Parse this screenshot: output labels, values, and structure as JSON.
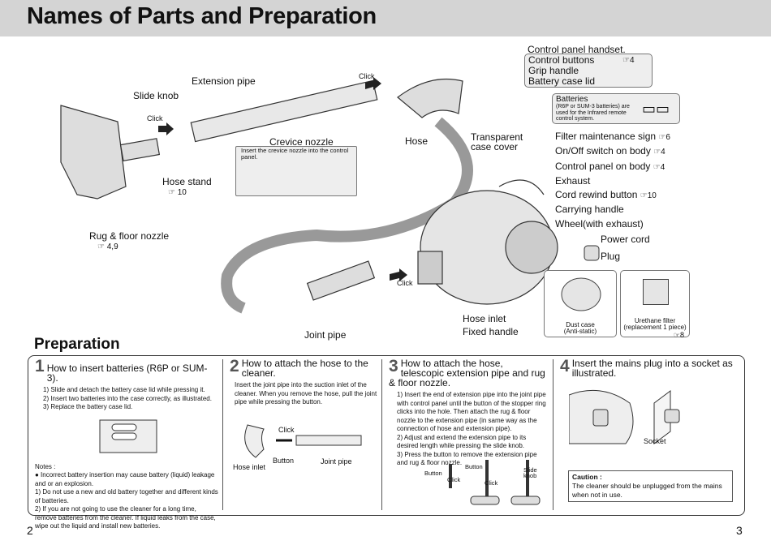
{
  "header": {
    "title": "Names of Parts and Preparation"
  },
  "parts": {
    "slide_knob": "Slide knob",
    "extension_pipe": "Extension pipe",
    "click": "Click",
    "crevice_nozzle": "Crevice nozzle",
    "crevice_note": "Insert the crevice nozzle into the control panel.",
    "hose_stand": "Hose stand",
    "hose_stand_ref": "10",
    "rug_floor_nozzle": "Rug & floor nozzle",
    "rug_floor_ref": "4,9",
    "hose": "Hose",
    "transparent_case_cover": "Transparent case cover",
    "joint_pipe": "Joint pipe",
    "handset_title": "Control panel handset.",
    "handset_items": [
      {
        "label": "Control buttons",
        "ref": "4"
      },
      {
        "label": "Grip handle",
        "ref": ""
      },
      {
        "label": "Battery case lid",
        "ref": ""
      }
    ],
    "batteries_title": "Batteries",
    "batteries_text": "(R6P or SUM-3 batteries) are used for the Infrared remote control system.",
    "body_items": [
      {
        "label": "Filter maintenance sign",
        "ref": "6"
      },
      {
        "label": "On/Off switch on body",
        "ref": "4"
      },
      {
        "label": "Control panel on body",
        "ref": "4"
      },
      {
        "label": "Exhaust",
        "ref": ""
      },
      {
        "label": "Cord rewind button",
        "ref": "10"
      },
      {
        "label": "Carrying handle",
        "ref": ""
      },
      {
        "label": "Wheel(with exhaust)",
        "ref": ""
      }
    ],
    "power_cord": "Power cord",
    "plug": "Plug",
    "hose_inlet": "Hose inlet",
    "fixed_handle": "Fixed handle",
    "dust_case": "Dust case (Anti-static)",
    "urethane_filter": "Urethane filter (replacement 1 piece)",
    "urethane_ref": "8"
  },
  "preparation": {
    "title": "Preparation",
    "steps": [
      {
        "num": "1",
        "heading": "How to insert batteries (R6P or SUM-3).",
        "lines": [
          "1) Slide and detach the battery case lid while pressing it.",
          "2) Insert two batteries into the case correctly, as illustrated.",
          "3) Replace the battery case lid."
        ],
        "notes_title": "Notes :",
        "notes": [
          "● Incorrect battery insertion may cause battery (liquid) leakage and or an explosion.",
          "1) Do not use a new and old battery together and different kinds of batteries.",
          "2) If you are not going to use the cleaner for a long time, remove batteries from the cleaner. If liquid leaks from the case, wipe out the liquid and install new batteries."
        ]
      },
      {
        "num": "2",
        "heading": "How to attach the hose to the cleaner.",
        "text": "Insert the joint pipe into the suction inlet of the cleaner.  When you remove the hose, pull the joint pipe while pressing the button.",
        "labels": {
          "click": "Click",
          "button": "Button",
          "hose_inlet": "Hose inlet",
          "joint_pipe": "Joint pipe"
        }
      },
      {
        "num": "3",
        "heading": "How to attach the hose, telescopic extension pipe and rug & floor nozzle.",
        "lines": [
          "1) Insert the end of extension pipe into the joint pipe with control panel until the button of the stopper ring clicks into the hole.  Then attach the rug & floor nozzle to the extension pipe (in same way as the connection of hose and extension pipe).",
          "2) Adjust and extend the extension pipe to its desired length while pressing the slide knob.",
          "3) Press the button to remove the extension pipe and rug & floor nozzle."
        ],
        "labels": {
          "button": "Button",
          "click": "Click",
          "slide_knob": "Slide knob"
        }
      },
      {
        "num": "4",
        "heading": "Insert the mains plug  into a socket as illustrated.",
        "labels": {
          "socket": "Socket"
        },
        "caution_title": "Caution :",
        "caution_text": "The cleaner should be unplugged from the mains when not in use."
      }
    ]
  },
  "page_numbers": {
    "left": "2",
    "right": "3"
  },
  "colors": {
    "header_band": "#d4d4d4",
    "box_fill": "#eeeeee"
  }
}
